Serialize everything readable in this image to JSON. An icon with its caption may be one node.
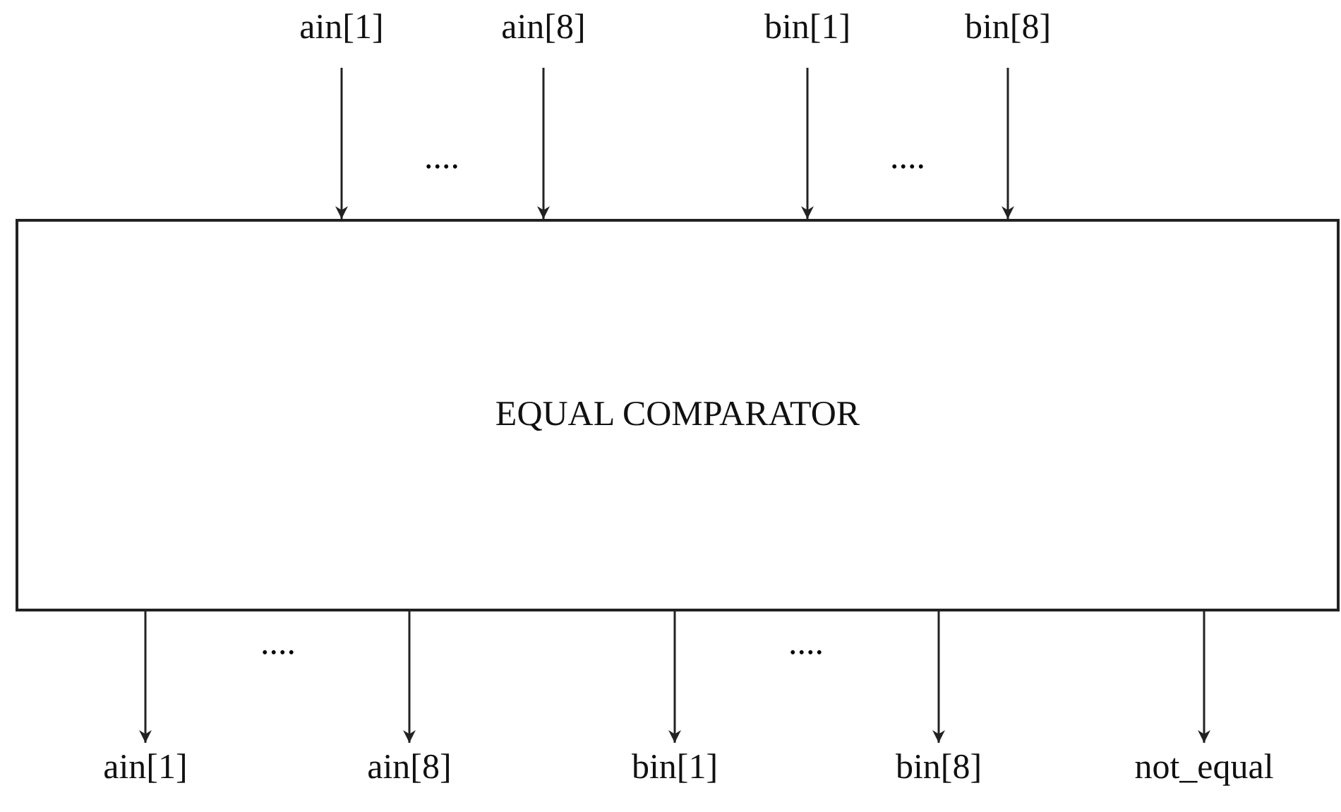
{
  "diagram": {
    "nodes": [
      {
        "text": [
          "EQUAL COMPARATOR"
        ]
      },
      {
        "text": [
          "ain[1]"
        ]
      },
      {
        "text": [
          "ain[8]"
        ]
      },
      {
        "text": [
          "bin[1]"
        ]
      },
      {
        "text": [
          "bin[8]"
        ]
      },
      {
        "text": [
          "ain[1]"
        ]
      },
      {
        "text": [
          "ain[8]"
        ]
      },
      {
        "text": [
          "bin[1]"
        ]
      },
      {
        "text": [
          "bin[8]"
        ]
      },
      {
        "text": [
          "not_equal"
        ]
      }
    ],
    "edges": [
      {
        "from": 1,
        "to": 0,
        "arrow": "to"
      },
      {
        "from": 2,
        "to": 0,
        "arrow": "to"
      },
      {
        "from": 3,
        "to": 0,
        "arrow": "to"
      },
      {
        "from": 4,
        "to": 0,
        "arrow": "to"
      },
      {
        "from": 0,
        "to": 5,
        "arrow": "to"
      },
      {
        "from": 0,
        "to": 6,
        "arrow": "to"
      },
      {
        "from": 0,
        "to": 7,
        "arrow": "to"
      },
      {
        "from": 0,
        "to": 8,
        "arrow": "to"
      },
      {
        "from": 0,
        "to": 9,
        "arrow": "to"
      }
    ],
    "labels": [
      "....",
      "....",
      "....",
      "...."
    ]
  }
}
